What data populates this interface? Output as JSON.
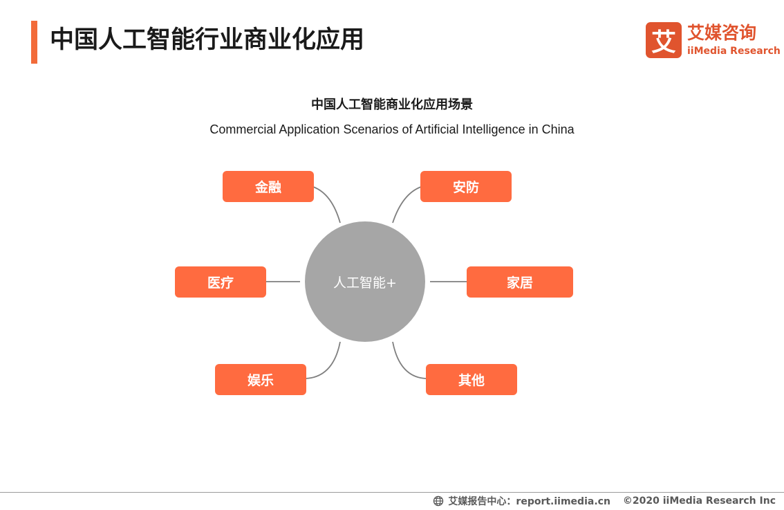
{
  "header": {
    "title": "中国人工智能行业商业化应用",
    "accent_color": "#f26b3a"
  },
  "logo": {
    "mark": "艾",
    "name_cn": "艾媒咨询",
    "name_en": "iiMedia Research",
    "color": "#e0542e"
  },
  "diagram": {
    "title_cn": "中国人工智能商业化应用场景",
    "title_en": "Commercial Application Scenarios of Artificial Intelligence in China",
    "hub_label": "人工智能+",
    "hub_color": "#a6a6a6",
    "node_color": "#ff6b40",
    "connector_color": "#7f7f7f",
    "nodes": [
      {
        "label": "金融"
      },
      {
        "label": "安防"
      },
      {
        "label": "医疗"
      },
      {
        "label": "家居"
      },
      {
        "label": "娱乐"
      },
      {
        "label": "其他"
      }
    ]
  },
  "footer": {
    "source": "艾媒报告中心：report.iimedia.cn",
    "copyright": "©2020  iiMedia Research  Inc"
  }
}
